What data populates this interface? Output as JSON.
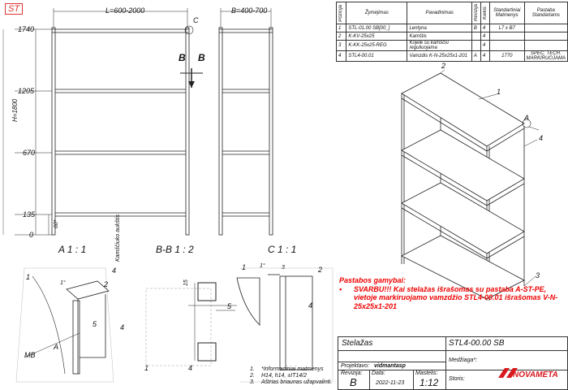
{
  "corner_label": "ST",
  "front_view": {
    "width_label": "L=600-2000",
    "height_label": "H=1800",
    "levels": [
      "1740",
      "1205",
      "670",
      "135",
      "0"
    ],
    "detail_c": "C",
    "section_mark": "B",
    "dim_foot": "60*"
  },
  "side_view": {
    "depth_label": "B=400-700"
  },
  "detail_views": {
    "a_title": "A 1 : 1",
    "bb_title": "B-B 1 : 2",
    "c_title": "C 1 : 1",
    "a_labels": [
      "1",
      "2",
      "4",
      "4",
      "MB",
      "A",
      "5"
    ],
    "a_note": "Kamščiuko aukštis",
    "a_angle": "1°",
    "bb_labels": [
      "15",
      "5",
      "1",
      "4"
    ],
    "c_labels": [
      "1",
      "1°",
      "3",
      "2",
      "4"
    ]
  },
  "iso_labels": [
    "1",
    "2",
    "4",
    "3",
    "A"
  ],
  "parts_table": {
    "headers": [
      "Pozicija",
      "Žymėjimas",
      "Pavadinimas",
      "Revizija",
      "Kiekis",
      "Standartiniai Matmenys",
      "Pastaba Standartams"
    ],
    "rows": [
      [
        "1",
        "STL-01.00 SB[00_]",
        "Lentyna",
        "B",
        "4",
        "L7 x B7",
        ""
      ],
      [
        "2",
        "K-KV-25x25",
        "Kamštis",
        "",
        "4",
        "",
        ""
      ],
      [
        "3",
        "K-KK-25x25-REG",
        "Kojelė su kamščiu reguliuojama",
        "",
        "4",
        "",
        ""
      ],
      [
        "4",
        "STL4-00.01",
        "Vamzdis K-N-25x25x1-201",
        "A",
        "4",
        "1770",
        "SPEC. TECH. MARKIRUOJAMA"
      ]
    ]
  },
  "production_notes": {
    "title": "Pastabos gamybai:",
    "bullet": "•",
    "text": "SVARBU!!! Kai stelažas išrašomas su pastaba A-ST-PE, vietoje markiruojamo vamzdžio STL4-00.01 išrašomas V-N-25x25x1-201"
  },
  "footnotes": [
    {
      "num": "1.",
      "text": "*Informaciniai matmenys"
    },
    {
      "num": "2.",
      "text": "H14, h14, ±IT14/2"
    },
    {
      "num": "3.",
      "text": "Aštrias briaunas užapvalinti."
    }
  ],
  "title_block": {
    "name": "Stelažas",
    "code": "STL4-00.00 SB",
    "designer_label": "Projektavo:",
    "designer": "vidmantasp",
    "revision_label": "Revizija:",
    "revision": "B",
    "date_label": "Data:",
    "date": "2022-11-23",
    "scale_label": "Mastelis:",
    "scale": "1:12",
    "material_label": "Medžiaga*:",
    "sheets_label": "Storis:",
    "logo_text": "NOVAMETA"
  },
  "colors": {
    "accent": "#e00000",
    "logo": "#d8191e"
  }
}
